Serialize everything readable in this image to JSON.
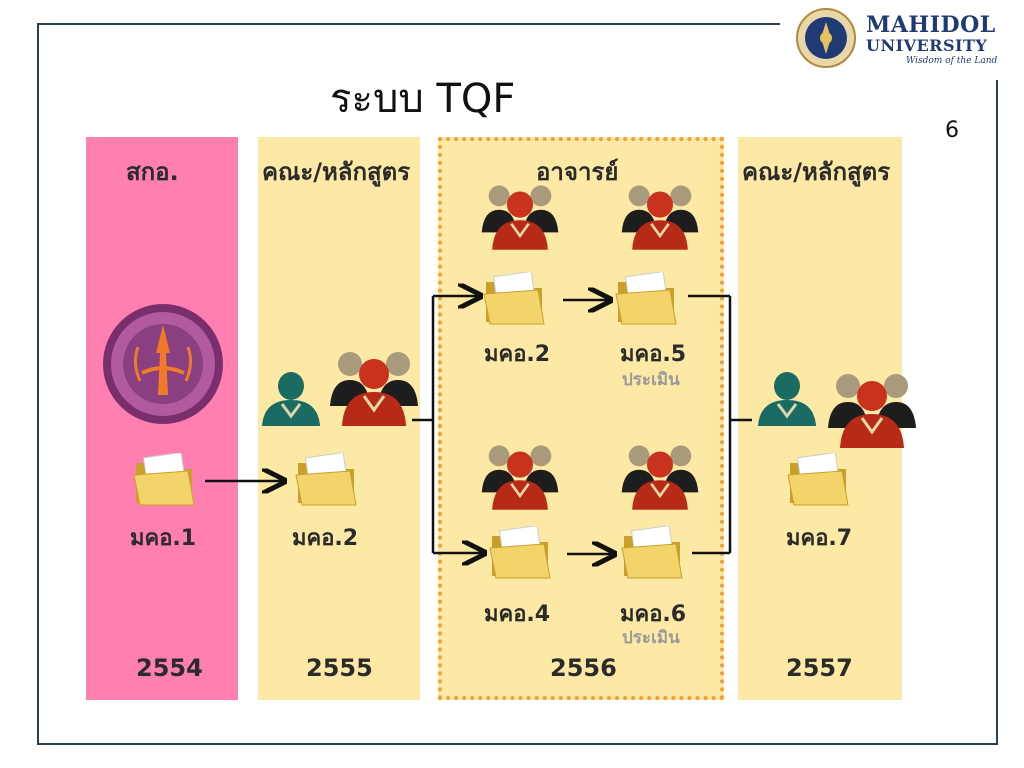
{
  "title": "ระบบ TQF",
  "page_number": "6",
  "logo": {
    "line1": "MAHIDOL",
    "line2": "UNIVERSITY",
    "tagline": "Wisdom of the Land"
  },
  "columns": [
    {
      "header": "สกอ.",
      "year": "2554",
      "color": "#ff7fb0"
    },
    {
      "header": "คณะ/หลักสูตร",
      "year": "2555",
      "color": "#fde9a6"
    },
    {
      "header": "อาจารย์",
      "year": "2556",
      "color": "#fde9a6"
    },
    {
      "header": "คณะ/หลักสูตร",
      "year": "2557",
      "color": "#fde9a6"
    }
  ],
  "documents": {
    "tqf1": "มคอ.1",
    "tqf2_faculty": "มคอ.2",
    "tqf2_teacher": "มคอ.2",
    "tqf5": "มคอ.5",
    "tqf4": "มคอ.4",
    "tqf6": "มคอ.6",
    "tqf7": "มคอ.7",
    "evaluate_5": "ประเมิน",
    "evaluate_6": "ประเมิน"
  }
}
